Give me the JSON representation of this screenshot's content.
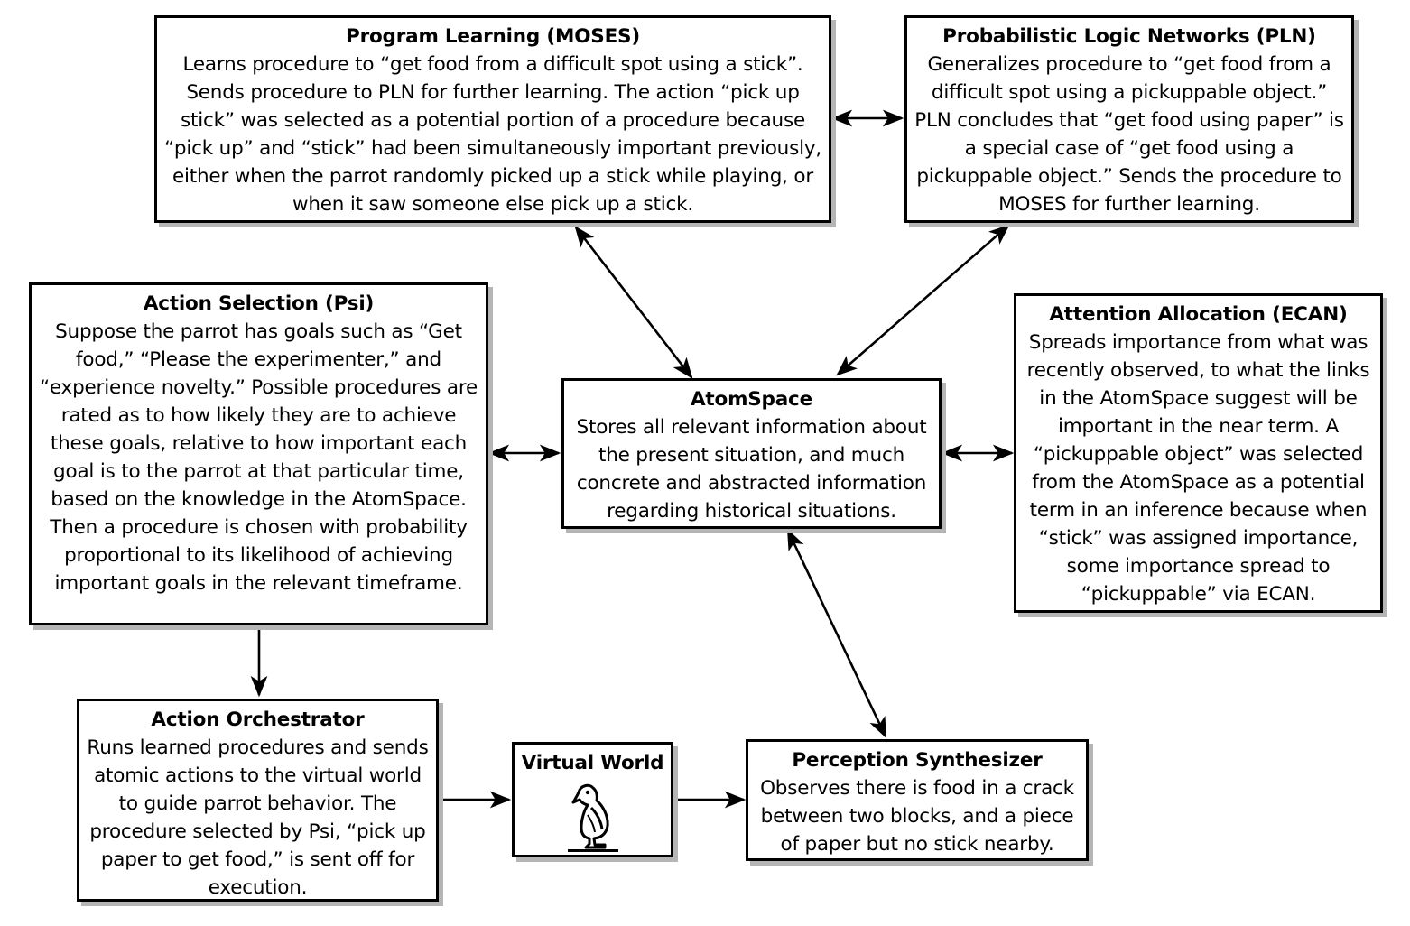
{
  "nodes": {
    "moses": {
      "title": "Program Learning (MOSES)",
      "body": "Learns procedure to “get food from a difficult spot using a stick”. Sends procedure to PLN for further learning. The action “pick up stick” was selected as a potential portion of a procedure because “pick up” and “stick” had been simultaneously important previously, either when the parrot randomly picked up a stick while playing, or when it saw someone else pick up a stick."
    },
    "pln": {
      "title": "Probabilistic Logic Networks (PLN)",
      "body": "Generalizes procedure to “get food from a difficult spot using a pickuppable object.” PLN concludes that “get food using paper” is a special case of “get food using a pickuppable object.” Sends the procedure to MOSES for further learning."
    },
    "psi": {
      "title": "Action Selection (Psi)",
      "body": "Suppose the parrot has goals such as “Get food,” “Please the experimenter,” and “experience novelty.” Possible procedures are rated as to how likely they are to achieve these goals, relative to how important each goal is to the parrot at that particular time, based on the knowledge in the AtomSpace. Then a procedure is chosen with probability proportional to its likelihood of achieving important goals in the relevant timeframe."
    },
    "atomspace": {
      "title": "AtomSpace",
      "body": "Stores all relevant information about the present situation, and much concrete and abstracted information regarding historical situations."
    },
    "ecan": {
      "title": "Attention Allocation (ECAN)",
      "body": "Spreads importance from what was recently observed, to what the links in the AtomSpace suggest will be important in the near term. A “pickuppable object” was selected from the AtomSpace as a potential term in an inference because when “stick” was assigned importance, some importance spread to “pickuppable” via ECAN."
    },
    "orchestrator": {
      "title": "Action Orchestrator",
      "body": "Runs learned procedures and sends atomic actions to the virtual world to guide parrot behavior. The procedure selected by Psi, “pick up paper to get food,” is sent off for execution."
    },
    "virtual_world": {
      "title": "Virtual World",
      "icon": "parrot-icon"
    },
    "perception": {
      "title": "Perception Synthesizer",
      "body": "Observes there is food in a crack between two blocks, and a piece of paper but no stick nearby."
    }
  },
  "edges": [
    {
      "from": "moses",
      "to": "pln",
      "direction": "both"
    },
    {
      "from": "moses",
      "to": "atomspace",
      "direction": "both"
    },
    {
      "from": "pln",
      "to": "atomspace",
      "direction": "both"
    },
    {
      "from": "psi",
      "to": "atomspace",
      "direction": "both"
    },
    {
      "from": "atomspace",
      "to": "ecan",
      "direction": "both"
    },
    {
      "from": "atomspace",
      "to": "perception",
      "direction": "both"
    },
    {
      "from": "psi",
      "to": "orchestrator",
      "direction": "forward"
    },
    {
      "from": "orchestrator",
      "to": "virtual_world",
      "direction": "forward"
    },
    {
      "from": "virtual_world",
      "to": "perception",
      "direction": "forward"
    }
  ],
  "colors": {
    "border": "#000000",
    "shadow": "#b5b5b5",
    "background": "#ffffff"
  }
}
